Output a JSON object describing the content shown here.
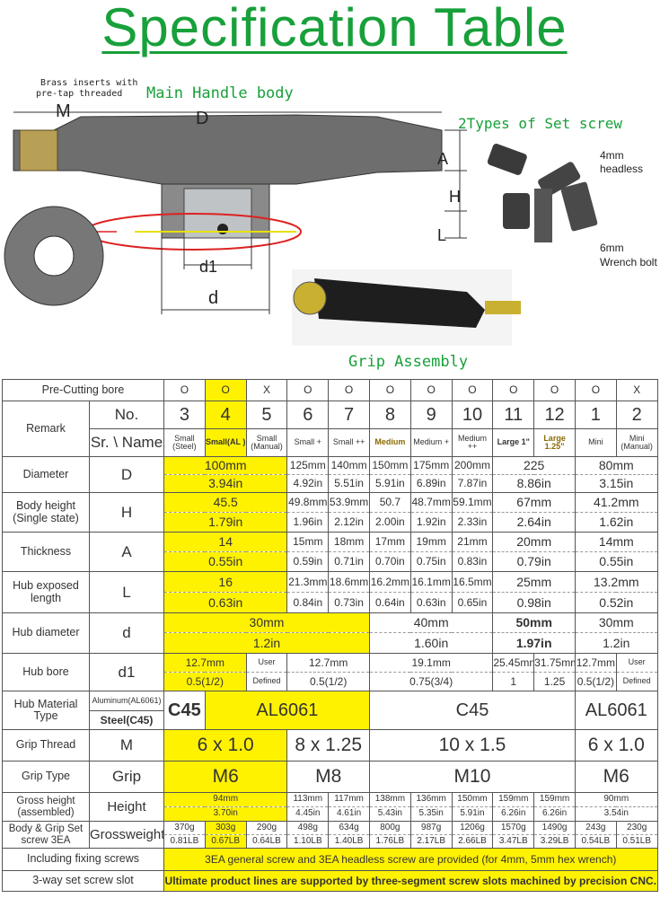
{
  "title": "Specification Table",
  "diagram": {
    "brass_note_1": "Brass inserts with",
    "brass_note_2": "pre-tap threaded",
    "m_label": "M",
    "main_body": "Main Handle body",
    "d_label": "D",
    "set_screw_title": "2Types of Set screw",
    "headless_1": "4mm",
    "headless_2": "headless",
    "wrench_1": "6mm",
    "wrench_2": "Wrench bolt",
    "a_label": "A",
    "h_label": "H",
    "l_label": "L",
    "d1_label": "d1",
    "small_d_label": "d",
    "grip_assembly": "Grip Assembly"
  },
  "colors": {
    "highlight": "#fff200",
    "title": "#18a03a"
  },
  "table": {
    "precut": {
      "label": "Pre-Cutting bore",
      "values": [
        "O",
        "O",
        "X",
        "O",
        "O",
        "O",
        "O",
        "O",
        "O",
        "O",
        "O",
        "X"
      ]
    },
    "remark_label": "Remark",
    "no": {
      "label": "No.",
      "values": [
        "3",
        "4",
        "5",
        "6",
        "7",
        "8",
        "9",
        "10",
        "11",
        "12",
        "1",
        "2"
      ]
    },
    "name": {
      "label": "Sr. \\ Name",
      "values": [
        "Small (Steel)",
        "Small(AL )",
        "Small (Manual)",
        "Small +",
        "Small ++",
        "Medium",
        "Medium +",
        "Medium ++",
        "Large 1\"",
        "Large 1.25\"",
        "Mini",
        "Mini (Manual)"
      ]
    },
    "rows": [
      {
        "key": "diameter",
        "label": "Diameter",
        "symbol": "D",
        "cells": [
          {
            "top": "100mm",
            "bottom": "3.94in",
            "span": 3,
            "hl": true
          },
          {
            "top": "125mm",
            "bottom": "4.92in",
            "span": 1
          },
          {
            "top": "140mm",
            "bottom": "5.51in",
            "span": 1
          },
          {
            "top": "150mm",
            "bottom": "5.91in",
            "span": 1
          },
          {
            "top": "175mm",
            "bottom": "6.89in",
            "span": 1
          },
          {
            "top": "200mm",
            "bottom": "7.87in",
            "span": 1
          },
          {
            "top": "225",
            "bottom": "8.86in",
            "span": 2
          },
          {
            "top": "80mm",
            "bottom": "3.15in",
            "span": 2
          }
        ]
      },
      {
        "key": "body-height",
        "label": "Body height (Single state)",
        "symbol": "H",
        "cells": [
          {
            "top": "45.5",
            "bottom": "1.79in",
            "span": 3,
            "hl": true
          },
          {
            "top": "49.8mm",
            "bottom": "1.96in",
            "span": 1
          },
          {
            "top": "53.9mm",
            "bottom": "2.12in",
            "span": 1
          },
          {
            "top": "50.7",
            "bottom": "2.00in",
            "span": 1
          },
          {
            "top": "48.7mm",
            "bottom": "1.92in",
            "span": 1
          },
          {
            "top": "59.1mm",
            "bottom": "2.33in",
            "span": 1
          },
          {
            "top": "67mm",
            "bottom": "2.64in",
            "span": 2
          },
          {
            "top": "41.2mm",
            "bottom": "1.62in",
            "span": 2
          }
        ]
      },
      {
        "key": "thickness",
        "label": "Thickness",
        "symbol": "A",
        "cells": [
          {
            "top": "14",
            "bottom": "0.55in",
            "span": 3,
            "hl": true
          },
          {
            "top": "15mm",
            "bottom": "0.59in",
            "span": 1
          },
          {
            "top": "18mm",
            "bottom": "0.71in",
            "span": 1
          },
          {
            "top": "17mm",
            "bottom": "0.70in",
            "span": 1
          },
          {
            "top": "19mm",
            "bottom": "0.75in",
            "span": 1
          },
          {
            "top": "21mm",
            "bottom": "0.83in",
            "span": 1
          },
          {
            "top": "20mm",
            "bottom": "0.79in",
            "span": 2
          },
          {
            "top": "14mm",
            "bottom": "0.55in",
            "span": 2
          }
        ]
      },
      {
        "key": "hub-exposed",
        "label": "Hub exposed length",
        "symbol": "L",
        "cells": [
          {
            "top": "16",
            "bottom": "0.63in",
            "span": 3,
            "hl": true
          },
          {
            "top": "21.3mm",
            "bottom": "0.84in",
            "span": 1
          },
          {
            "top": "18.6mm",
            "bottom": "0.73in",
            "span": 1
          },
          {
            "top": "16.2mm",
            "bottom": "0.64in",
            "span": 1
          },
          {
            "top": "16.1mm",
            "bottom": "0.63in",
            "span": 1
          },
          {
            "top": "16.5mm",
            "bottom": "0.65in",
            "span": 1
          },
          {
            "top": "25mm",
            "bottom": "0.98in",
            "span": 2
          },
          {
            "top": "13.2mm",
            "bottom": "0.52in",
            "span": 2
          }
        ]
      },
      {
        "key": "hub-diameter",
        "label": "Hub diameter",
        "symbol": "d",
        "cells": [
          {
            "top": "30mm",
            "bottom": "1.2in",
            "span": 5,
            "hl": true
          },
          {
            "top": "40mm",
            "bottom": "1.60in",
            "span": 3
          },
          {
            "top": "50mm",
            "bottom": "1.97in",
            "span": 2,
            "bold": true
          },
          {
            "top": "30mm",
            "bottom": "1.2in",
            "span": 2
          }
        ]
      },
      {
        "key": "hub-bore",
        "label": "Hub bore",
        "symbol": "d1",
        "cells": [
          {
            "top": "12.7mm",
            "bottom": "0.5(1/2)",
            "span": 2,
            "hl": true
          },
          {
            "top": "User",
            "bottom": "Defined",
            "span": 1,
            "small": true
          },
          {
            "top": "12.7mm",
            "bottom": "0.5(1/2)",
            "span": 2
          },
          {
            "top": "19.1mm",
            "bottom": "0.75(3/4)",
            "span": 3
          },
          {
            "top": "25.45mm",
            "bottom": "1",
            "span": 1
          },
          {
            "top": "31.75mm",
            "bottom": "1.25",
            "span": 1
          },
          {
            "top": "12.7mm",
            "bottom": "0.5(1/2)",
            "span": 1
          },
          {
            "top": "User",
            "bottom": "Defined",
            "span": 1,
            "small": true
          }
        ]
      },
      {
        "key": "hub-material",
        "label": "Hub Material Type",
        "symbol": "Aluminum(AL6061)",
        "symbol_bottom": "Steel(C45)",
        "cells": [
          {
            "top": "C45",
            "span": 1,
            "bold": true
          },
          {
            "top": "AL6061",
            "span": 4,
            "hl": true
          },
          {
            "top": "C45",
            "span": 5
          },
          {
            "top": "AL6061",
            "span": 2
          }
        ]
      }
    ],
    "thread": {
      "label": "Grip Thread",
      "symbol": "M",
      "cells": [
        {
          "v": "6 x 1.0",
          "span": 3,
          "hl": true
        },
        {
          "v": "8 x 1.25",
          "span": 2
        },
        {
          "v": "10 x 1.5",
          "span": 5
        },
        {
          "v": "6 x 1.0",
          "span": 2
        }
      ]
    },
    "grip_type": {
      "label": "Grip Type",
      "symbol": "Grip",
      "cells": [
        {
          "v": "M6",
          "span": 3,
          "hl": true
        },
        {
          "v": "M8",
          "span": 2
        },
        {
          "v": "M10",
          "span": 5
        },
        {
          "v": "M6",
          "span": 2
        }
      ]
    },
    "gross_height": {
      "label": "Gross height (assembled)",
      "symbol": "Height",
      "cells": [
        {
          "top": "94mm",
          "bottom": "3.70in",
          "span": 3,
          "hl": true
        },
        {
          "top": "113mm",
          "bottom": "4.45in",
          "span": 1
        },
        {
          "top": "117mm",
          "bottom": "4.61in",
          "span": 1
        },
        {
          "top": "138mm",
          "bottom": "5.43in",
          "span": 1
        },
        {
          "top": "136mm",
          "bottom": "5.35in",
          "span": 1
        },
        {
          "top": "150mm",
          "bottom": "5.91in",
          "span": 1
        },
        {
          "top": "159mm",
          "bottom": "6.26in",
          "span": 1
        },
        {
          "top": "159mm",
          "bottom": "6.26in",
          "span": 1
        },
        {
          "top": "90mm",
          "bottom": "3.54in",
          "span": 2
        }
      ]
    },
    "weight": {
      "label": "Body & Grip Set screw 3EA",
      "symbol": "Grossweight",
      "cells": [
        {
          "top": "370g",
          "bottom": "0.81LB",
          "span": 1
        },
        {
          "top": "303g",
          "bottom": "0.67LB",
          "span": 1,
          "hl": true
        },
        {
          "top": "290g",
          "bottom": "0.64LB",
          "span": 1
        },
        {
          "top": "498g",
          "bottom": "1.10LB",
          "span": 1
        },
        {
          "top": "634g",
          "bottom": "1.40LB",
          "span": 1
        },
        {
          "top": "800g",
          "bottom": "1.76LB",
          "span": 1
        },
        {
          "top": "987g",
          "bottom": "2.17LB",
          "span": 1
        },
        {
          "top": "1206g",
          "bottom": "2.66LB",
          "span": 1
        },
        {
          "top": "1570g",
          "bottom": "3.47LB",
          "span": 1
        },
        {
          "top": "1490g",
          "bottom": "3.29LB",
          "span": 1
        },
        {
          "top": "243g",
          "bottom": "0.54LB",
          "span": 1
        },
        {
          "top": "230g",
          "bottom": "0.51LB",
          "span": 1
        }
      ]
    },
    "fixing": {
      "label": "Including fixing screws",
      "value": "3EA general screw and 3EA headless screw are provided (for 4mm, 5mm hex wrench)"
    },
    "slot": {
      "label": "3-way set screw slot",
      "value": "Ultimate product lines are supported by three-segment screw slots machined by precision CNC."
    }
  }
}
